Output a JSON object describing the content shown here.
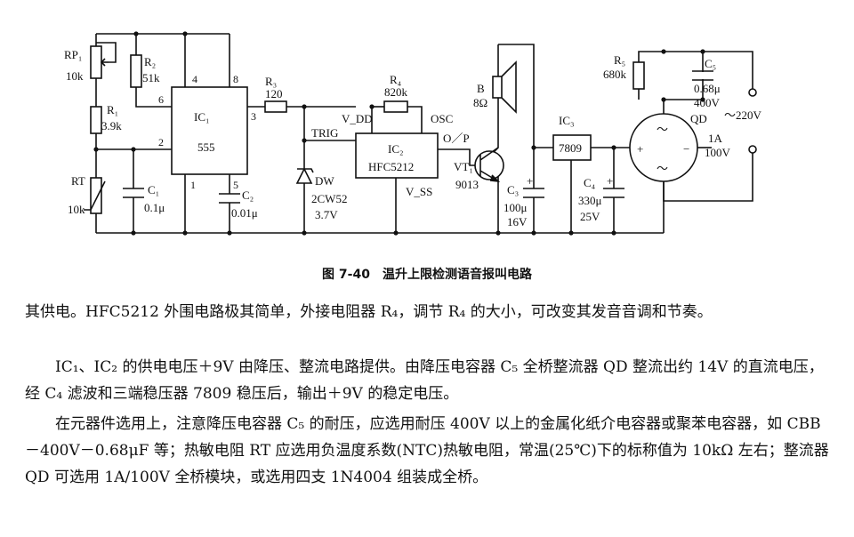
{
  "figure": {
    "caption": "图 7-40　温升上限检测语音报叫电路",
    "labels": {
      "rp1": "RP₁",
      "rp1_val": "10k",
      "r1": "R₁",
      "r1_val": "3.9k",
      "rt": "RT",
      "rt_val": "10k",
      "r2": "R₂",
      "r2_val": "51k",
      "c1": "C₁",
      "c1_val": "0.1μ",
      "ic1": "IC₁",
      "ic1_type": "555",
      "pin4": "4",
      "pin8": "8",
      "pin6": "6",
      "pin3": "3",
      "pin2": "2",
      "pin1": "1",
      "pin5": "5",
      "c2": "C₂",
      "c2_val": "0.01μ",
      "r3": "R₃",
      "r3_val": "120",
      "r4": "R₄",
      "r4_val": "820k",
      "vdd": "V_DD",
      "osc": "OSC",
      "trig": "TRIG",
      "op": "O／P",
      "ic2": "IC₂",
      "ic2_type": "HFC5212",
      "vss": "V_SS",
      "dw": "DW",
      "dw_type": "2CW52",
      "dw_val": "3.7V",
      "b": "B",
      "b_val": "8Ω",
      "vt1": "VT₁",
      "vt1_type": "9013",
      "c3": "C₃",
      "c3_val1": "100μ",
      "c3_val2": "16V",
      "ic3": "IC₃",
      "ic3_type": "7809",
      "c4": "C₄",
      "c4_val1": "330μ",
      "c4_val2": "25V",
      "r5": "R₅",
      "r5_val": "680k",
      "c5": "C₅",
      "c5_val1": "0.68μ",
      "c5_val2": "400V",
      "qd": "QD",
      "qd_val1": "1A",
      "qd_val2": "100V",
      "ac": "～220V",
      "plus": "+",
      "minus": "−",
      "tilde": "～"
    }
  },
  "text": {
    "p1": "其供电。HFC5212 外围电路极其简单，外接电阻器 R₄，调节 R₄ 的大小，可改变其发音音调和节奏。",
    "p2": "IC₁、IC₂ 的供电电压＋9V 由降压、整流电路提供。由降压电容器 C₅ 全桥整流器 QD 整流出约 14V 的直流电压，经 C₄ 滤波和三端稳压器 7809 稳压后，输出＋9V 的稳定电压。",
    "p3": "在元器件选用上，注意降压电容器 C₅ 的耐压，应选用耐压 400V 以上的金属化纸介电容器或聚苯电容器，如 CBB－400V－0.68μF 等；热敏电阻 RT 应选用负温度系数(NTC)热敏电阻，常温(25℃)下的标称值为 10kΩ 左右；整流器 QD 可选用 1A/100V 全桥模块，或选用四支 1N4004 组装成全桥。"
  }
}
